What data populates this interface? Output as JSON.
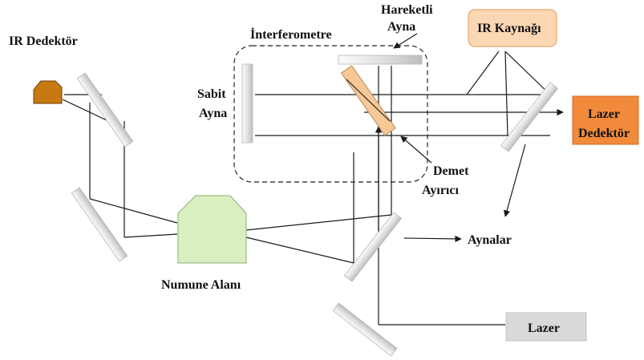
{
  "labels": {
    "ir_detector": "IR Dedektör",
    "interferometer": "İnterferometre",
    "moving_mirror_line1": "Hareketli",
    "moving_mirror_line2": "Ayna",
    "ir_source": "IR Kaynağı",
    "fixed_mirror_line1": "Sabit",
    "fixed_mirror_line2": "Ayna",
    "laser_detector_line1": "Lazer",
    "laser_detector_line2": "Dedektör",
    "beam_splitter_line1": "Demet",
    "beam_splitter_line2": "Ayırıcı",
    "mirrors": "Aynalar",
    "sample_area": "Numune Alanı",
    "laser": "Lazer"
  },
  "colors": {
    "ir_detector_fill": "#c87a12",
    "ir_source_fill": "#fbd7b4",
    "ir_source_border": "#e8a86a",
    "laser_detector_fill": "#f28a3c",
    "laser_fill": "#d9d9d9",
    "sample_fill": "#d9efc0",
    "beam_splitter_fill": "#f7c796",
    "mirror_light": "#f4f4f4",
    "mirror_dark": "#c8c8c8"
  },
  "icons": {
    "ir_detector": "ir-detector-icon",
    "sample_area": "sample-chamber-icon"
  }
}
